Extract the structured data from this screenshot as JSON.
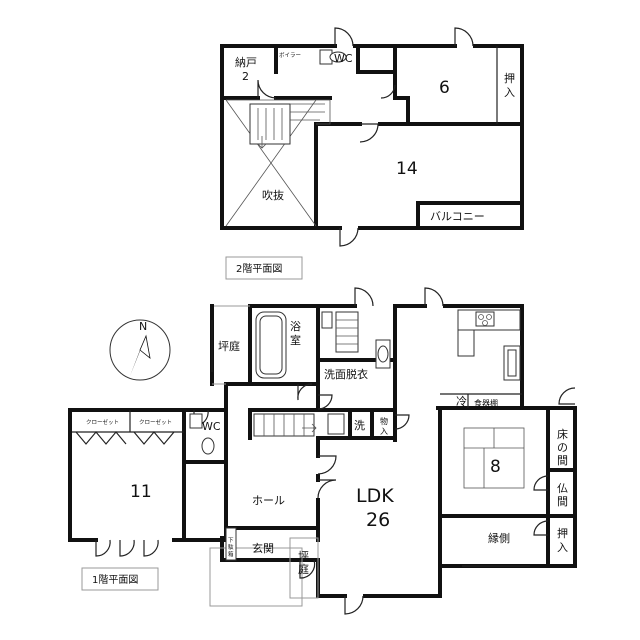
{
  "floor2": {
    "caption": "2階平面図",
    "rooms": {
      "storage": "納戸",
      "storage_num": "2",
      "boiler": "ボイラー",
      "wc": "WC",
      "room6": "6",
      "closet": "押入",
      "room14": "14",
      "void": "吹抜",
      "balcony": "バルコニー"
    }
  },
  "floor1": {
    "caption": "1階平面図",
    "rooms": {
      "courtyard": "坪庭",
      "bath": "浴室",
      "washroom": "洗面脱衣",
      "wash": "洗",
      "storage": "物入",
      "fridge": "冷",
      "cupboard": "食器棚",
      "closet_a": "クローゼット",
      "closet_b": "クローゼット",
      "wc": "WC",
      "room11": "11",
      "hall": "ホール",
      "ldk_label": "LDK",
      "ldk_size": "26",
      "room8": "8",
      "tokonoma": "床の間",
      "butsuma": "仏間",
      "engawa": "縁側",
      "closet": "押入",
      "entrance": "玄関",
      "shoe_box": "下駄箱",
      "front_garden": "坪庭"
    }
  },
  "compass": {
    "north": "N"
  }
}
